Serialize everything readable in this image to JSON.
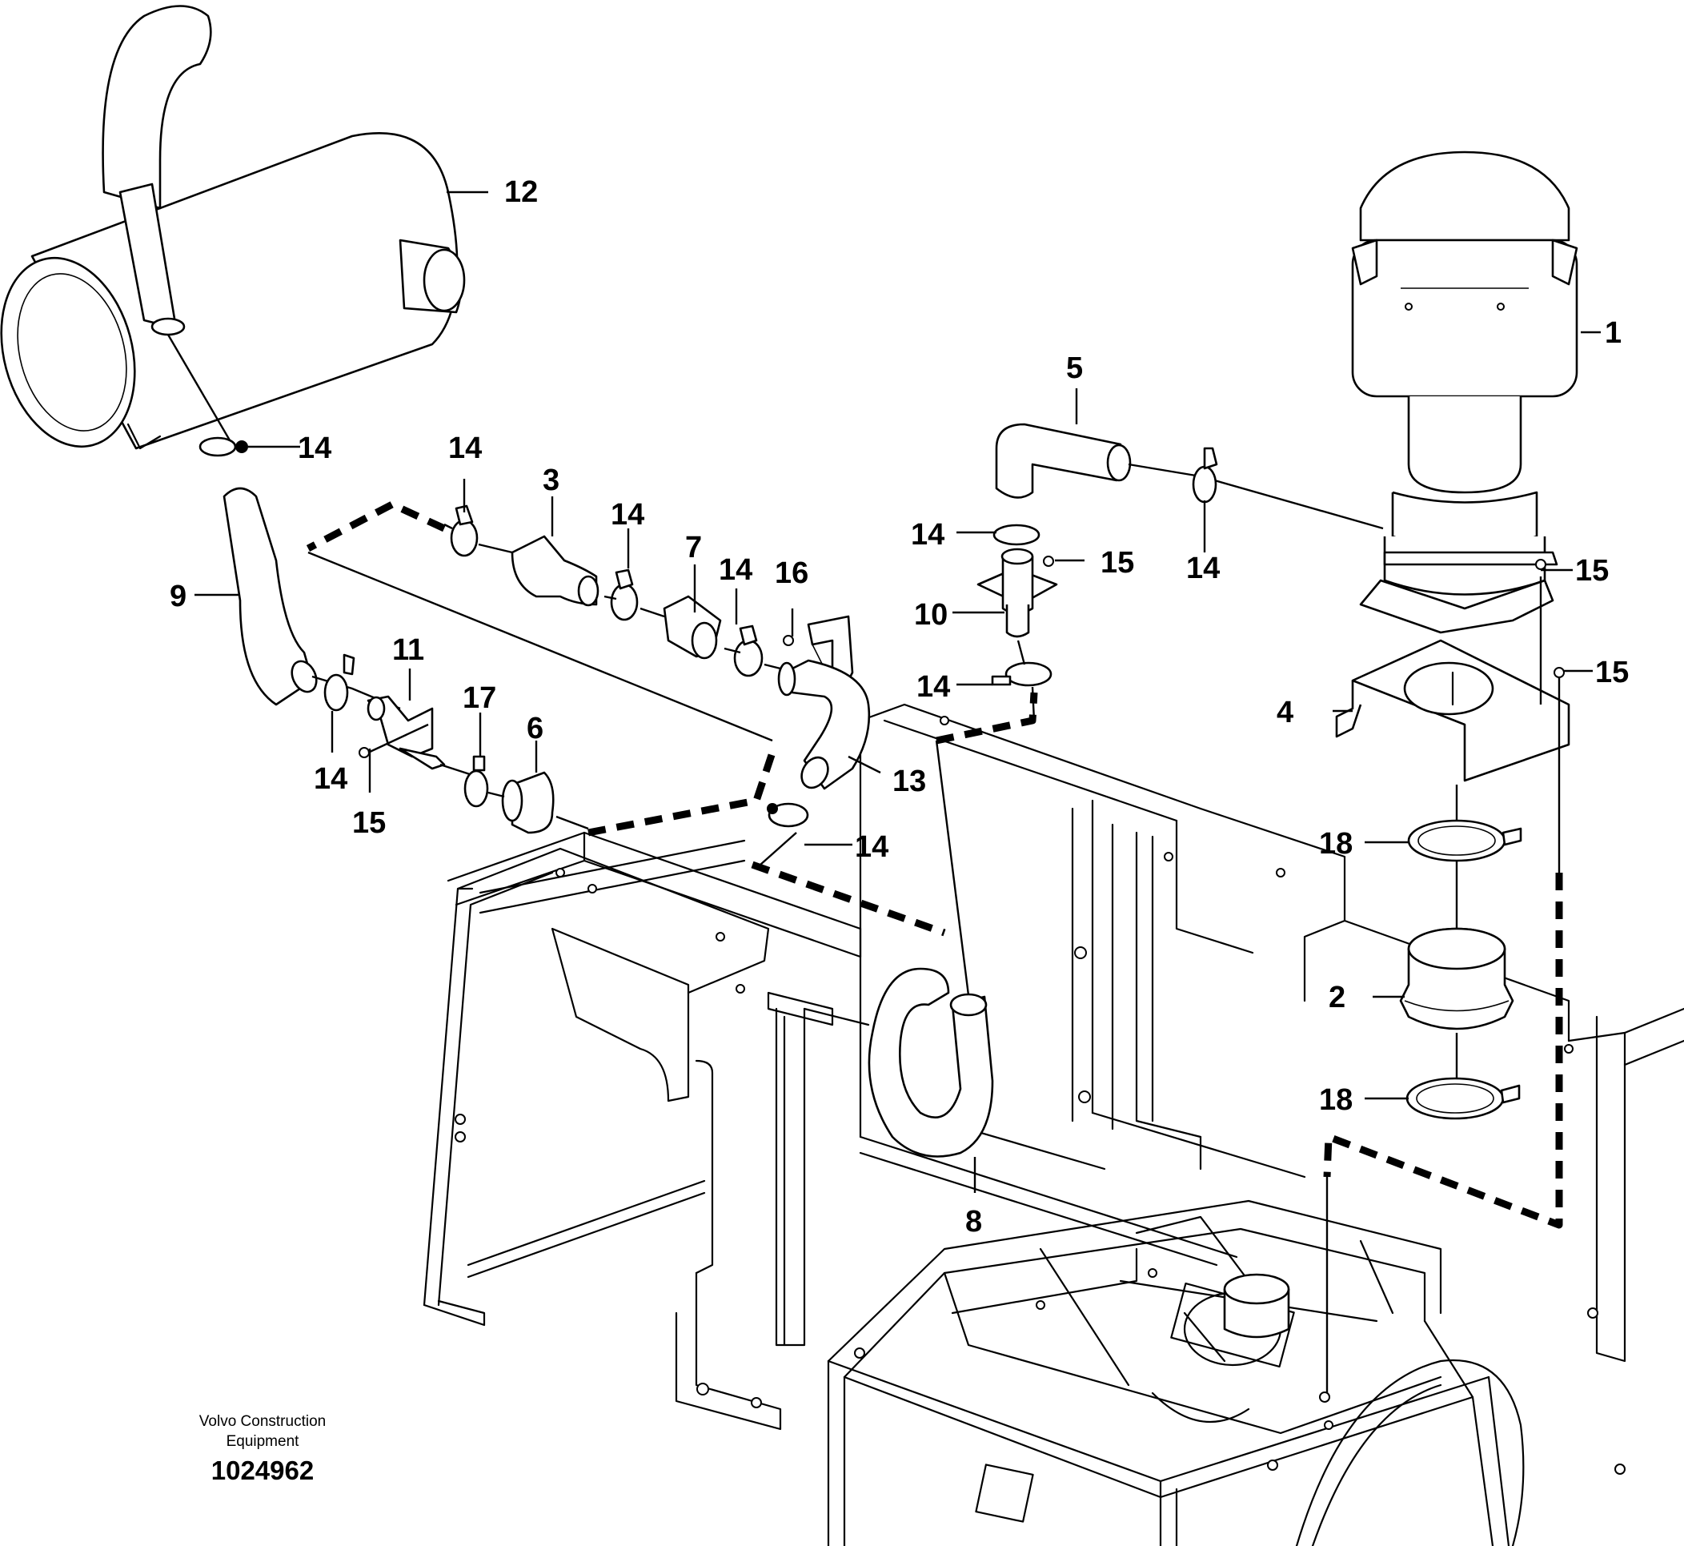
{
  "diagram": {
    "caption": {
      "company_line1": "Volvo Construction",
      "company_line2": "Equipment",
      "drawing_number": "1024962"
    },
    "callouts": [
      "1",
      "2",
      "3",
      "4",
      "5",
      "6",
      "7",
      "8",
      "9",
      "10",
      "11",
      "12",
      "13",
      "14",
      "14",
      "14",
      "14",
      "14",
      "14",
      "14",
      "14",
      "14",
      "15",
      "15",
      "15",
      "15",
      "16",
      "17",
      "18",
      "18"
    ]
  }
}
